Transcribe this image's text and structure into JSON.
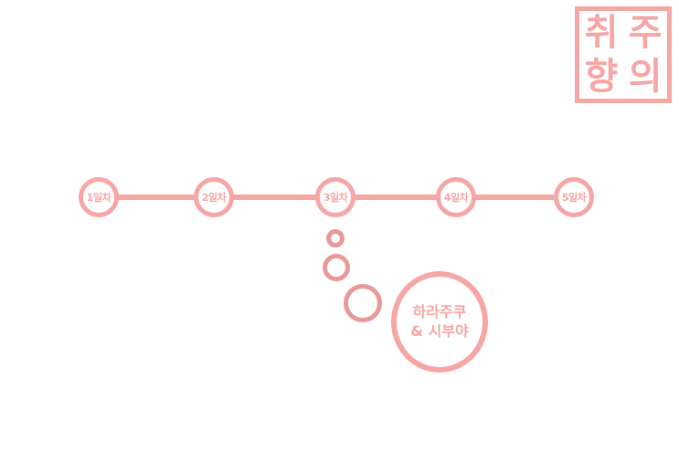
{
  "stamp": {
    "chars": [
      "취",
      "주",
      "향",
      "의"
    ]
  },
  "timeline": {
    "days": [
      "1일차",
      "2일차",
      "3일차",
      "4일차",
      "5일차"
    ]
  },
  "thought_bubble": {
    "line1": "하라주쿠",
    "line2": "& 시부야"
  },
  "colors": {
    "accent": "#f6a6a5",
    "bubble_dots": "#e8999a"
  }
}
